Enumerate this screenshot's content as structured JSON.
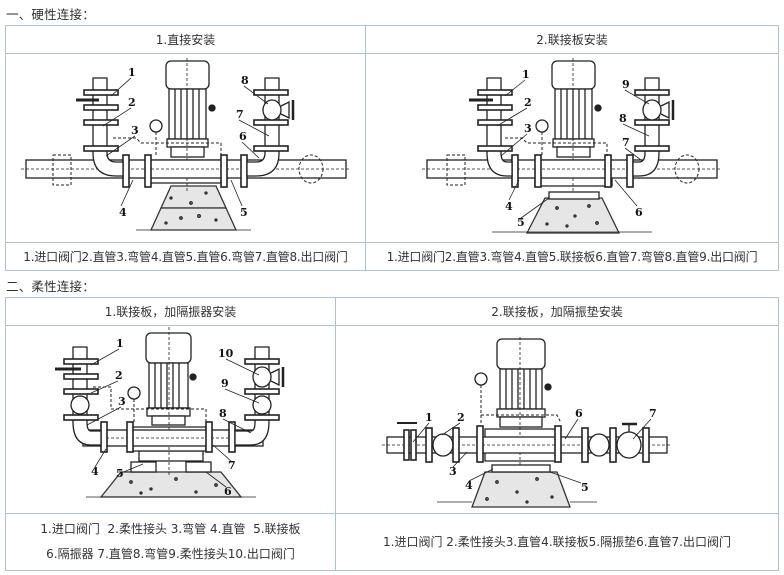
{
  "sections": [
    {
      "title": "一、硬性连接：",
      "columns": [
        {
          "header": "1.直接安装",
          "diagram_icon": "pump-direct-install-diagram",
          "caption_lines": [
            "1.进口阀门2.直管3.弯管4.直管5.直管6.弯管7.直管8.出口阀门"
          ],
          "labels": [
            "1",
            "2",
            "3",
            "4",
            "5",
            "6",
            "7",
            "8"
          ]
        },
        {
          "header": "2.联接板安装",
          "diagram_icon": "pump-connection-plate-diagram",
          "caption_lines": [
            "1.进口阀门2.直管3.弯管4.直管5.联接板6.直管7.弯管8.直管9.出口阀门"
          ],
          "labels": [
            "1",
            "2",
            "3",
            "4",
            "5",
            "6",
            "7",
            "8",
            "9"
          ]
        }
      ]
    },
    {
      "title": "二、柔性连接：",
      "columns": [
        {
          "header": "1.联接板，加隔振器安装",
          "diagram_icon": "pump-isolator-install-diagram",
          "caption_lines": [
            "1.进口阀门  2.柔性接头 3.弯管 4.直管  5.联接板",
            "6.隔振器 7.直管8.弯管9.柔性接头10.出口阀门"
          ],
          "labels": [
            "1",
            "2",
            "3",
            "4",
            "5",
            "6",
            "7",
            "8",
            "9",
            "10"
          ]
        },
        {
          "header": "2.联接板，加隔振垫安装",
          "diagram_icon": "pump-isolation-pad-diagram",
          "caption_lines": [
            "1.进口阀门 2.柔性接头3.直管4.联接板5.隔振垫6.直管7.出口阀门"
          ],
          "labels": [
            "1",
            "2",
            "3",
            "4",
            "5",
            "6",
            "7"
          ]
        }
      ]
    }
  ]
}
